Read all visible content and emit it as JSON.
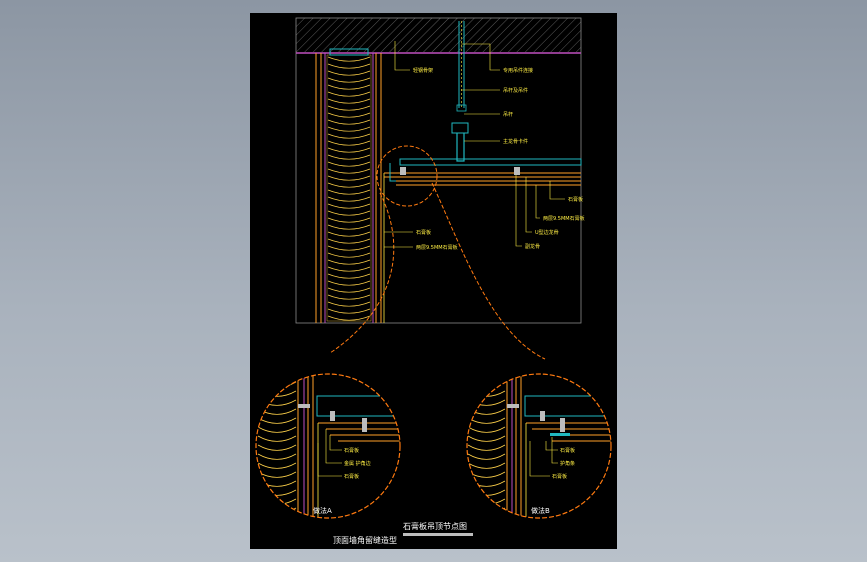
{
  "drawing": {
    "title": "石膏板吊顶节点图",
    "subtitle": "顶面墙角留缝造型",
    "callouts": [
      "轻钢骨架",
      "专用吊件连接",
      "吊杆及吊件",
      "吊杆",
      "主龙骨卡件",
      "石膏板",
      "两层9.5MM石膏板",
      "U型边龙骨",
      "副龙骨"
    ],
    "detail_a": {
      "label": "做法A",
      "callouts": [
        "石膏板",
        "金属 护角边",
        "石膏板"
      ]
    },
    "detail_b": {
      "label": "做法B",
      "callouts": [
        "石膏板",
        "护角条",
        "石膏板"
      ]
    }
  },
  "colors": {
    "background": "#000000",
    "label": "#ffee44",
    "wall_line": "#ffa028",
    "ceiling_line": "#c050c0",
    "keel": "#20b8c0",
    "detail_circle": "#ff7a10",
    "dim_line": "#ffffff"
  }
}
